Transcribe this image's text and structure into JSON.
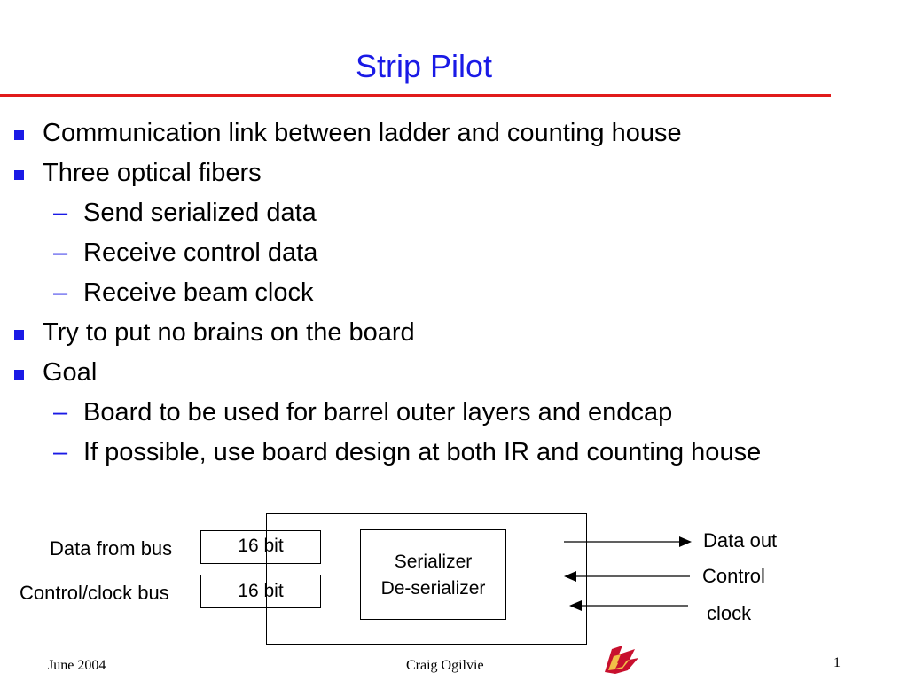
{
  "slide": {
    "title": "Strip Pilot",
    "bullets": [
      {
        "level": 1,
        "text": "Communication link between ladder and counting house"
      },
      {
        "level": 1,
        "text": "Three optical fibers"
      },
      {
        "level": 2,
        "text": "Send serialized data"
      },
      {
        "level": 2,
        "text": "Receive control data"
      },
      {
        "level": 2,
        "text": "Receive beam clock"
      },
      {
        "level": 1,
        "text": "Try to put no brains on the board"
      },
      {
        "level": 1,
        "text": "Goal"
      },
      {
        "level": 2,
        "text": "Board to be used for barrel outer layers and endcap"
      },
      {
        "level": 2,
        "text": "If possible, use board design at both IR and counting house"
      }
    ],
    "bullet_color": "#1a1ae6",
    "title_color": "#1a1ae6",
    "rule_color": "#e11b1b"
  },
  "diagram": {
    "input_top_label": "Data from bus",
    "input_bottom_label": "Control/clock bus",
    "reg_top": "16 bit",
    "reg_bottom": "16 bit",
    "core_line1": "Serializer",
    "core_line2": "De-serializer",
    "out_data": "Data out",
    "out_control": "Control",
    "out_clock": "clock"
  },
  "footer": {
    "date": "June 2004",
    "author": "Craig Ogilvie",
    "page": "1",
    "logo_icon": "cyclone-logo-icon"
  }
}
